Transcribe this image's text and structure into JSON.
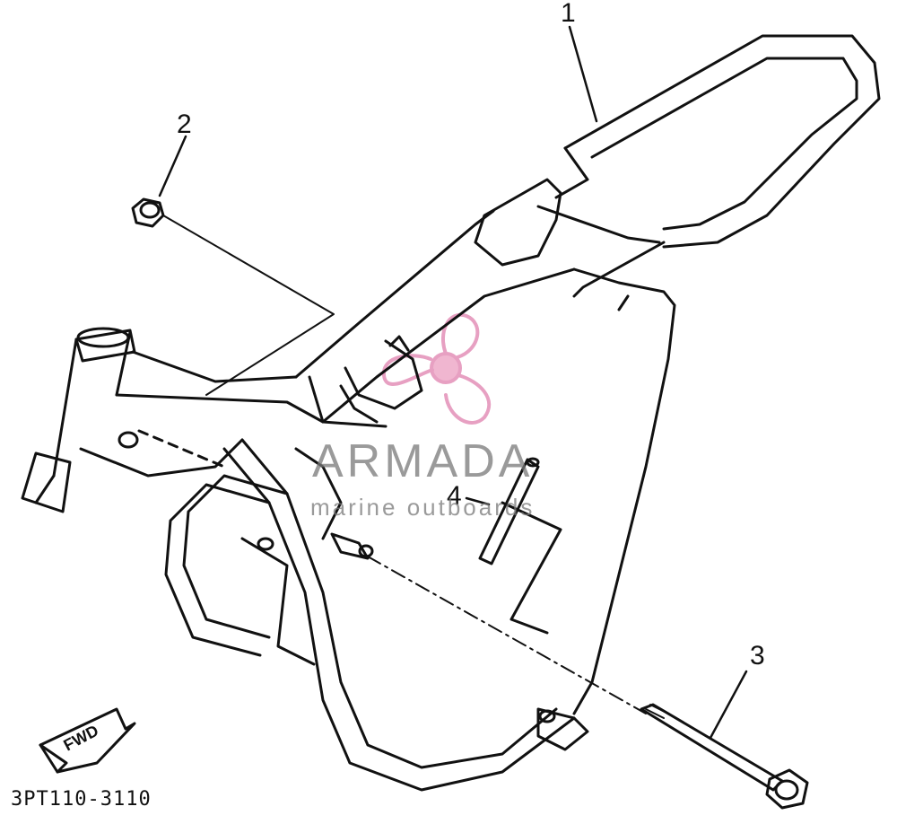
{
  "diagram": {
    "callouts": [
      {
        "id": "1",
        "label": "1"
      },
      {
        "id": "2",
        "label": "2"
      },
      {
        "id": "3",
        "label": "3"
      },
      {
        "id": "4",
        "label": "4"
      }
    ],
    "fwd_label": "FWD",
    "part_code": "3PT110-3110"
  },
  "watermark": {
    "name": "ARMADA",
    "tagline": "marine outboards",
    "logo_color": "#e7a0c2"
  }
}
